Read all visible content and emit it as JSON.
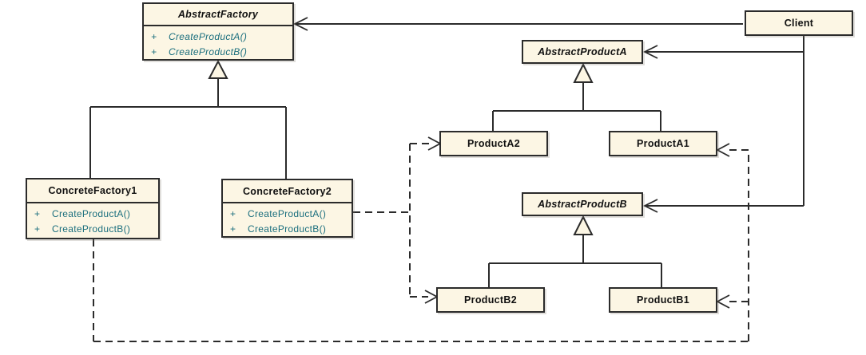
{
  "diagram_type": "uml-class-diagram",
  "pattern": "Abstract Factory",
  "colors": {
    "box_fill": "#fcf6e4",
    "box_border": "#2b2b2b",
    "line": "#2b2b2b",
    "method_text": "#1b6f7e",
    "title_text": "#101010",
    "background": "#ffffff"
  },
  "classes": {
    "abstractFactory": {
      "name": "AbstractFactory",
      "abstract": true,
      "methods": [
        {
          "vis": "+",
          "sig": "CreateProductA()"
        },
        {
          "vis": "+",
          "sig": "CreateProductB()"
        }
      ]
    },
    "client": {
      "name": "Client"
    },
    "abstractProductA": {
      "name": "AbstractProductA",
      "abstract": true
    },
    "concreteFactory1": {
      "name": "ConcreteFactory1",
      "methods": [
        {
          "vis": "+",
          "sig": "CreateProductA()"
        },
        {
          "vis": "+",
          "sig": "CreateProductB()"
        }
      ]
    },
    "concreteFactory2": {
      "name": "ConcreteFactory2",
      "methods": [
        {
          "vis": "+",
          "sig": "CreateProductA()"
        },
        {
          "vis": "+",
          "sig": "CreateProductB()"
        }
      ]
    },
    "productA2": {
      "name": "ProductA2"
    },
    "productA1": {
      "name": "ProductA1"
    },
    "abstractProductB": {
      "name": "AbstractProductB",
      "abstract": true
    },
    "productB2": {
      "name": "ProductB2"
    },
    "productB1": {
      "name": "ProductB1"
    }
  },
  "relationships": [
    {
      "from": "Client",
      "to": "AbstractFactory",
      "type": "association-open-arrow"
    },
    {
      "from": "Client",
      "to": "AbstractProductA",
      "type": "association-open-arrow"
    },
    {
      "from": "Client",
      "to": "AbstractProductB",
      "type": "association-open-arrow"
    },
    {
      "from": "ConcreteFactory1",
      "to": "AbstractFactory",
      "type": "generalization"
    },
    {
      "from": "ConcreteFactory2",
      "to": "AbstractFactory",
      "type": "generalization"
    },
    {
      "from": "ProductA2",
      "to": "AbstractProductA",
      "type": "generalization"
    },
    {
      "from": "ProductA1",
      "to": "AbstractProductA",
      "type": "generalization"
    },
    {
      "from": "ProductB2",
      "to": "AbstractProductB",
      "type": "generalization"
    },
    {
      "from": "ProductB1",
      "to": "AbstractProductB",
      "type": "generalization"
    },
    {
      "from": "ConcreteFactory2",
      "to": "ProductA2",
      "type": "dependency-dashed"
    },
    {
      "from": "ConcreteFactory2",
      "to": "ProductB2",
      "type": "dependency-dashed"
    },
    {
      "from": "ConcreteFactory1",
      "to": "ProductA1",
      "type": "dependency-dashed"
    },
    {
      "from": "ConcreteFactory1",
      "to": "ProductB1",
      "type": "dependency-dashed"
    }
  ]
}
